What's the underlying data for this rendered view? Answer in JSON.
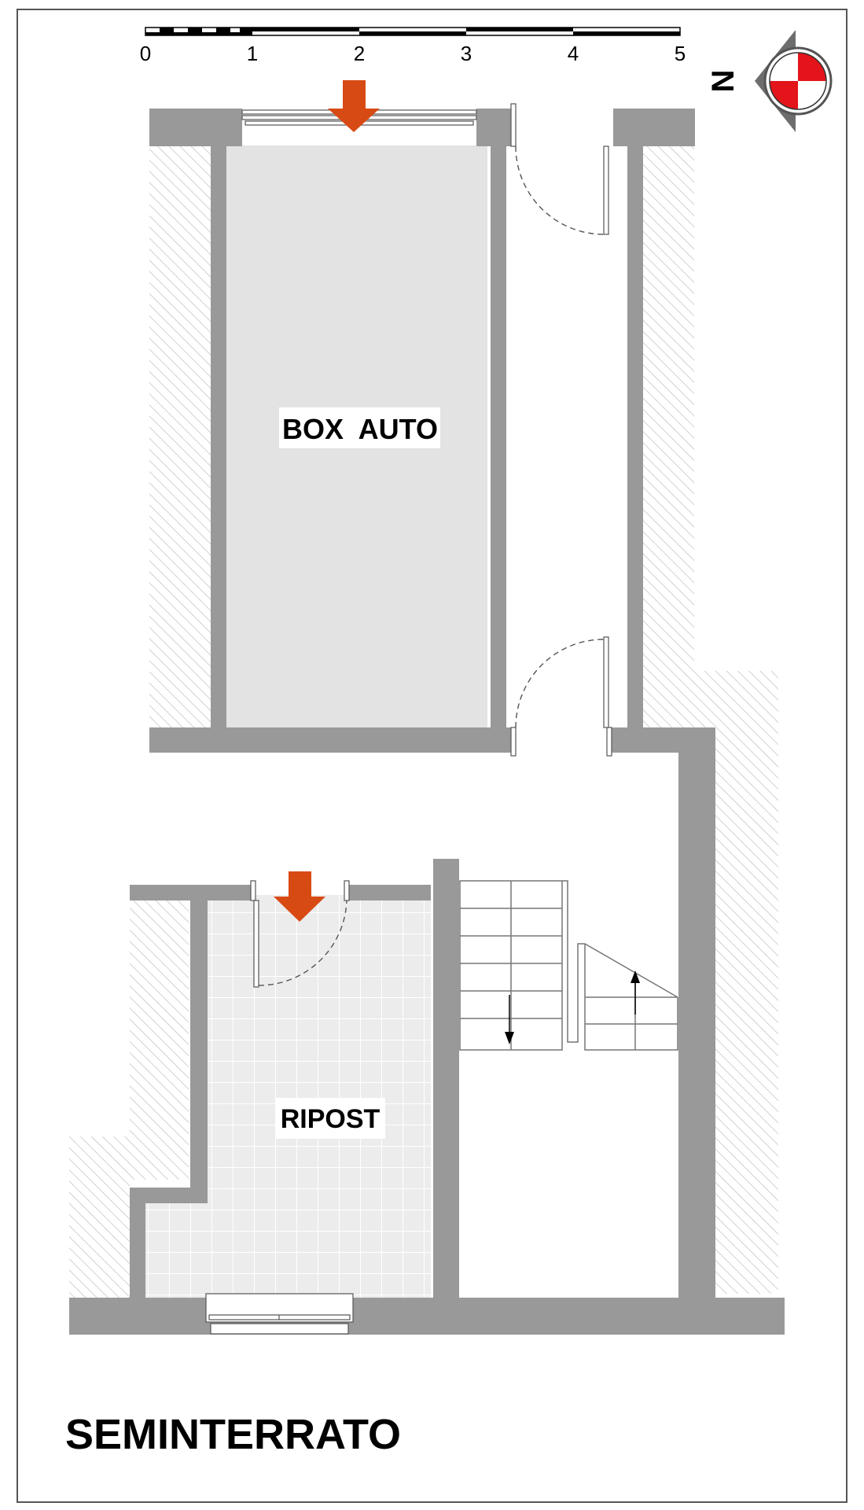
{
  "floor": {
    "title": "SEMINTERRATO"
  },
  "rooms": {
    "garage": {
      "label": "BOX  AUTO"
    },
    "storage": {
      "label": "RIPOST"
    }
  },
  "scale_bar": {
    "ticks": [
      "0",
      "1",
      "2",
      "3",
      "4",
      "5"
    ]
  },
  "compass": {
    "north_label": "N"
  },
  "colors": {
    "wall": "#999999",
    "garage_floor": "#e3e3e3",
    "storage_floor": "#ececec",
    "entry_arrow": "#d84a14",
    "compass_red": "#e3141a",
    "hatch": "#bdbdbd"
  },
  "icons": {
    "entry_arrow": "down-arrow-icon",
    "compass": "compass-rose-icon"
  }
}
